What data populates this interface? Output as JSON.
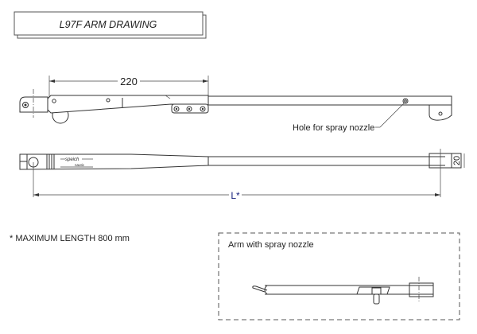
{
  "title": "L97F ARM DRAWING",
  "dimensions": {
    "length_220": "220",
    "height_20": "20",
    "total_length": "L*"
  },
  "callouts": {
    "spray_hole": "Hole for spray nozzle"
  },
  "footnote": "* MAXIMUM LENGTH 800 mm",
  "inset": {
    "label": "Arm with spray nozzle"
  },
  "logo": {
    "text": "speich",
    "subtext": "nautic"
  },
  "colors": {
    "line": "#333333",
    "dimension_label": "#1a237e"
  }
}
